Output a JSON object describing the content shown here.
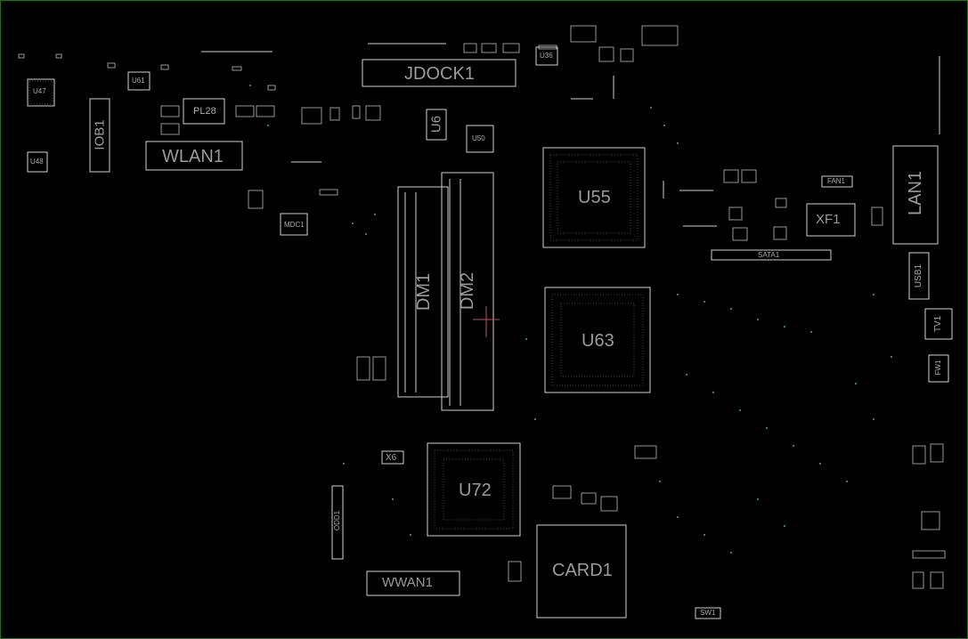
{
  "colors": {
    "background": "#000000",
    "outline": "#cfcfcf",
    "testpoint": "#3fa89a",
    "border": "#2a6a2a",
    "marker": "#c0506a"
  },
  "components": {
    "jdock1": "JDOCK1",
    "wlan1": "WLAN1",
    "iob1": "IOB1",
    "pl28": "PL28",
    "u47": "U47",
    "u48": "U48",
    "u61": "U61",
    "u6": "U6",
    "u50": "U50",
    "u36": "U36",
    "u55": "U55",
    "dm1": "DM1",
    "dm2": "DM2",
    "u63": "U63",
    "u72": "U72",
    "x6": "X6",
    "odd1": "ODD1",
    "wwan1": "WWAN1",
    "card1": "CARD1",
    "sw1": "SW1",
    "lan1": "LAN1",
    "xf1": "XF1",
    "fan1": "FAN1",
    "sata1": "SATA1",
    "usb1": "USB1",
    "tv1": "TV1",
    "fw1": "FW1",
    "mdc1": "MDC1"
  }
}
